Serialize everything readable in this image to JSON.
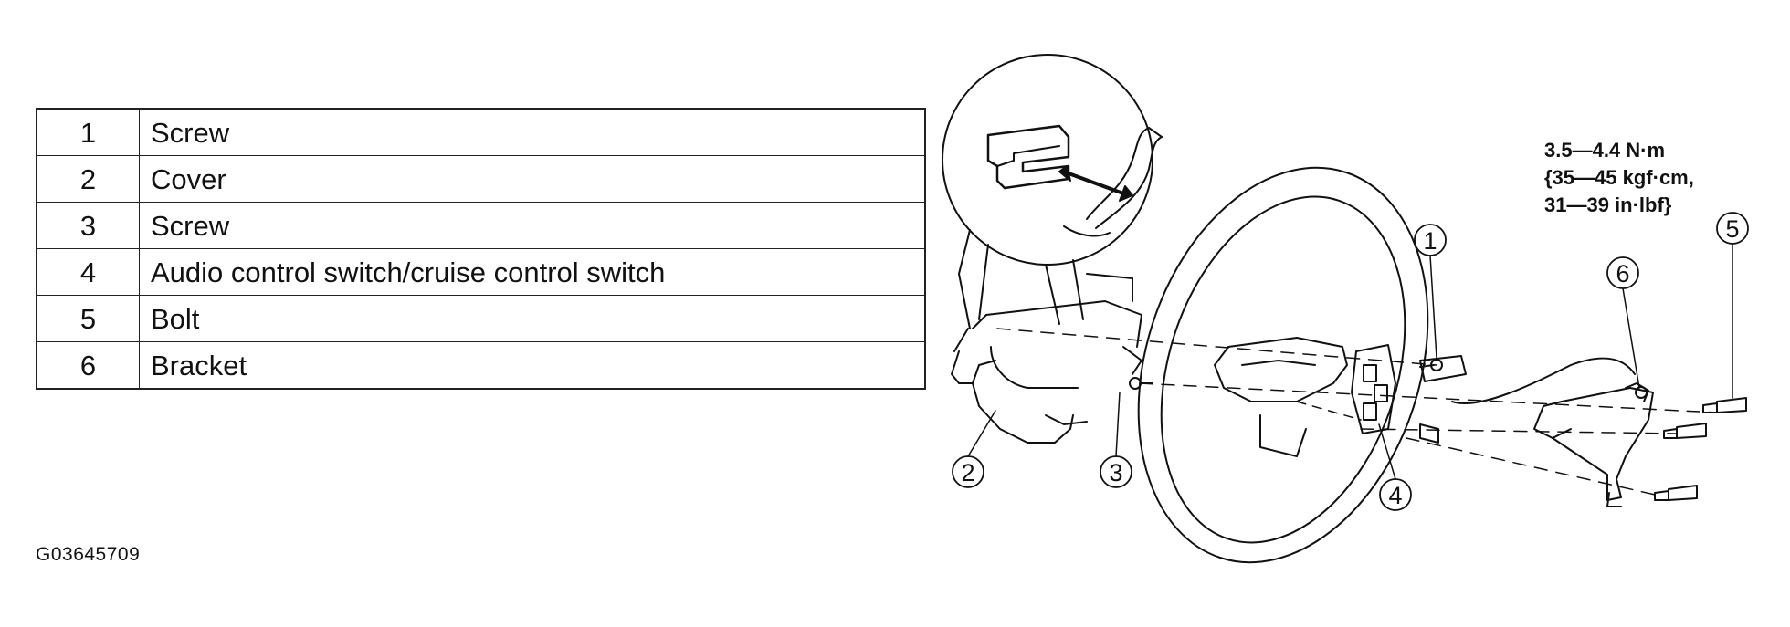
{
  "parts": [
    {
      "num": "1",
      "name": "Screw"
    },
    {
      "num": "2",
      "name": "Cover"
    },
    {
      "num": "3",
      "name": "Screw"
    },
    {
      "num": "4",
      "name": "Audio control switch/cruise control switch"
    },
    {
      "num": "5",
      "name": "Bolt"
    },
    {
      "num": "6",
      "name": "Bracket"
    }
  ],
  "torque_spec": {
    "line1": "3.5—4.4 N·m",
    "line2": "{35—45 kgf·cm,",
    "line3": "31—39 in·lbf}"
  },
  "callouts": [
    "1",
    "2",
    "3",
    "4",
    "5",
    "6"
  ],
  "figure_code": "G03645709"
}
